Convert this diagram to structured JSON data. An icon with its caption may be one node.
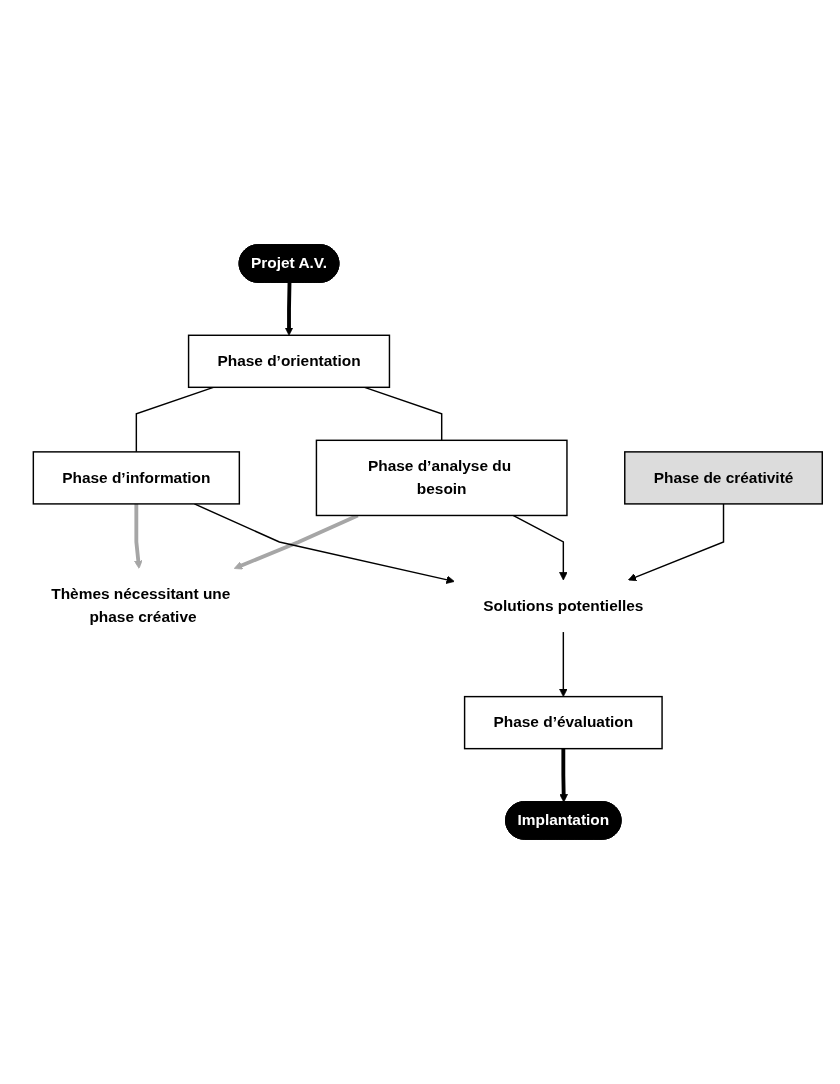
{
  "diagram": {
    "nodes": [
      {
        "text": [
          "Projet A.V."
        ]
      },
      {
        "text": [
          "Phase d’orientation"
        ]
      },
      {
        "text": [
          "Phase d’information"
        ]
      },
      {
        "text": [
          "Phase d’analyse du besoin"
        ]
      },
      {
        "text": [
          "Thèmes nécessitant une phase créative"
        ]
      },
      {
        "text": [
          "Phase de créativité"
        ]
      },
      {
        "text": [
          "Solutions potentielles"
        ]
      },
      {
        "text": [
          "Phase d’évaluation"
        ]
      },
      {
        "text": [
          "Implantation"
        ]
      }
    ],
    "edges": [
      {
        "from": 0,
        "to": 1,
        "arrow": "to",
        "style": "thick"
      },
      {
        "from": 1,
        "to": 2,
        "arrow": "none"
      },
      {
        "from": 1,
        "to": 3,
        "arrow": "none"
      },
      {
        "from": 2,
        "to": 4,
        "arrow": "to",
        "style": "thick",
        "color": "#a6a6a6"
      },
      {
        "from": 3,
        "to": 4,
        "arrow": "to",
        "style": "thick",
        "color": "#a6a6a6"
      },
      {
        "from": 5,
        "to": 6,
        "arrow": "to"
      },
      {
        "from": 2,
        "to": 6,
        "arrow": "to"
      },
      {
        "from": 3,
        "to": 6,
        "arrow": "to"
      },
      {
        "from": 6,
        "to": 7,
        "arrow": "to"
      },
      {
        "from": 7,
        "to": 8,
        "arrow": "to",
        "style": "thick"
      }
    ]
  }
}
